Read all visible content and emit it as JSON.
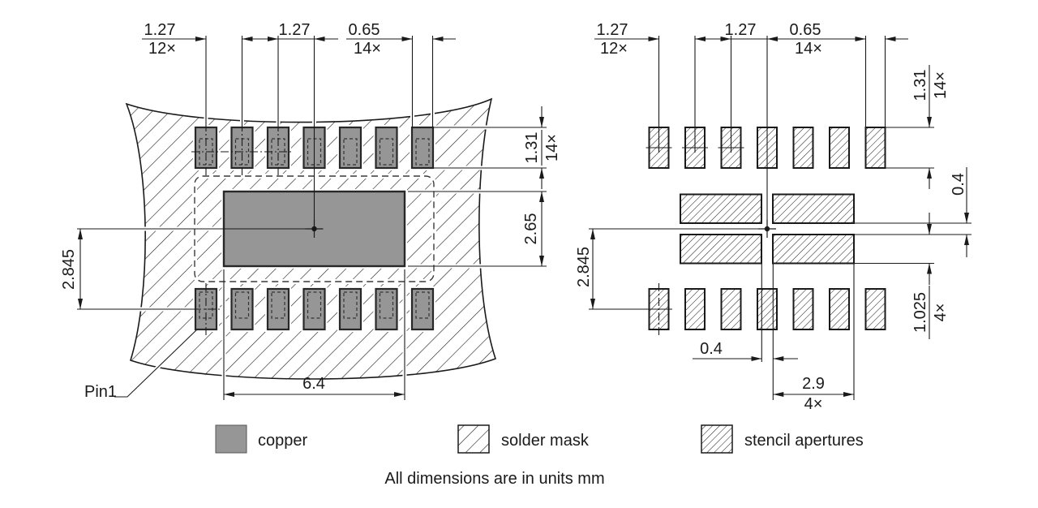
{
  "note": "All dimensions are in units mm",
  "legend": {
    "copper": "copper",
    "solder_mask": "solder mask",
    "stencil": "stencil apertures"
  },
  "left": {
    "pin1": "Pin1",
    "pitch": {
      "v": "1.27",
      "n": "12×"
    },
    "gap": {
      "v": "1.27"
    },
    "pad_w": {
      "v": "0.65",
      "n": "14×"
    },
    "pad_h": {
      "v": "1.31",
      "n": "14×"
    },
    "thermal_h": {
      "v": "2.65"
    },
    "row_off": {
      "v": "2.845"
    },
    "thermal_w": {
      "v": "6.4"
    }
  },
  "right": {
    "pitch": {
      "v": "1.27",
      "n": "12×"
    },
    "gap": {
      "v": "1.27"
    },
    "ap_w": {
      "v": "0.65",
      "n": "14×"
    },
    "ap_h": {
      "v": "1.31",
      "n": "14×"
    },
    "center_gap_v": {
      "v": "0.4"
    },
    "center_ap_h": {
      "v": "1.025",
      "n": "4×"
    },
    "row_off": {
      "v": "2.845"
    },
    "center_gap_h": {
      "v": "0.4"
    },
    "center_ap_w": {
      "v": "2.9",
      "n": "4×"
    }
  },
  "colors": {
    "copper_fill": "#969696",
    "line": "#1a1a1a",
    "background": "#ffffff"
  }
}
